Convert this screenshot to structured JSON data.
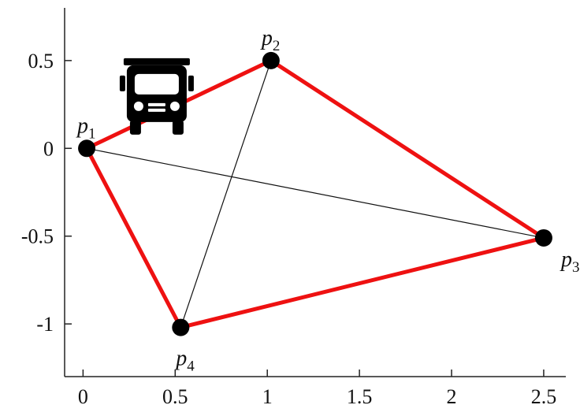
{
  "chart_data": {
    "type": "scatter",
    "xlim": [
      -0.1,
      2.62
    ],
    "ylim": [
      -1.3,
      0.8
    ],
    "xticks": [
      "0",
      "0.5",
      "1",
      "1.5",
      "2",
      "2.5"
    ],
    "yticks": [
      "0.5",
      "0",
      "-0.5",
      "-1"
    ],
    "xtick_values": [
      0,
      0.5,
      1,
      1.5,
      2,
      2.5
    ],
    "ytick_values": [
      0.5,
      0,
      -0.5,
      -1
    ],
    "grid": false,
    "points": [
      {
        "label": "p",
        "sub": "1",
        "x": 0.02,
        "y": 0.0
      },
      {
        "label": "p",
        "sub": "2",
        "x": 1.02,
        "y": 0.5
      },
      {
        "label": "p",
        "sub": "3",
        "x": 2.5,
        "y": -0.51
      },
      {
        "label": "p",
        "sub": "4",
        "x": 0.53,
        "y": -1.02
      }
    ],
    "cycle": [
      0,
      1,
      2,
      3
    ],
    "diagonals": [
      [
        0,
        2
      ],
      [
        1,
        3
      ]
    ],
    "colors": {
      "cycle": "#ee1111",
      "diagonal": "#111111",
      "point": "#000000",
      "axis": "#222222",
      "icon": "#000000"
    },
    "icons": [
      {
        "name": "truck-icon",
        "x": 0.4,
        "y": 0.28
      }
    ]
  }
}
